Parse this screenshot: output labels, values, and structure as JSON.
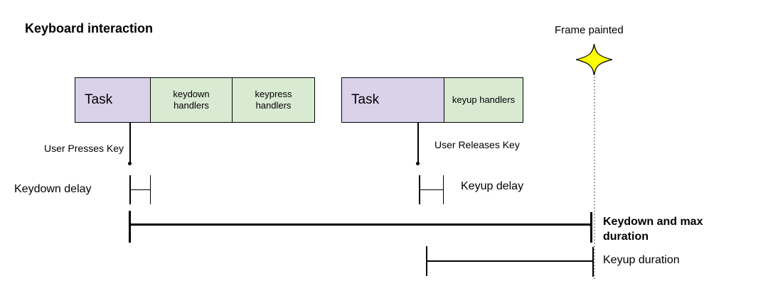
{
  "title": "Keyboard interaction",
  "frame_marker": {
    "label": "Frame painted",
    "icon": "sparkle-star-icon",
    "star_fill": "#ffff00",
    "star_stroke": "#000000"
  },
  "keydown_timeline": {
    "task_label": "Task",
    "handler_segments": [
      {
        "label": "keydown handlers"
      },
      {
        "label": "keypress handlers"
      }
    ],
    "event_label": "User Presses Key",
    "delay_label": "Keydown delay"
  },
  "keyup_timeline": {
    "task_label": "Task",
    "handler_segments": [
      {
        "label": "keyup handlers"
      }
    ],
    "event_label": "User Releases Key",
    "delay_label": "Keyup delay"
  },
  "duration_markers": {
    "keydown_max": {
      "label": "Keydown and max duration"
    },
    "keyup": {
      "label": "Keyup duration"
    }
  },
  "colors": {
    "task_fill": "#d9d2e9",
    "handlers_fill": "#d9ead3",
    "star_fill": "#ffff00",
    "line": "#000000",
    "guideline": "#8a8a8a"
  }
}
